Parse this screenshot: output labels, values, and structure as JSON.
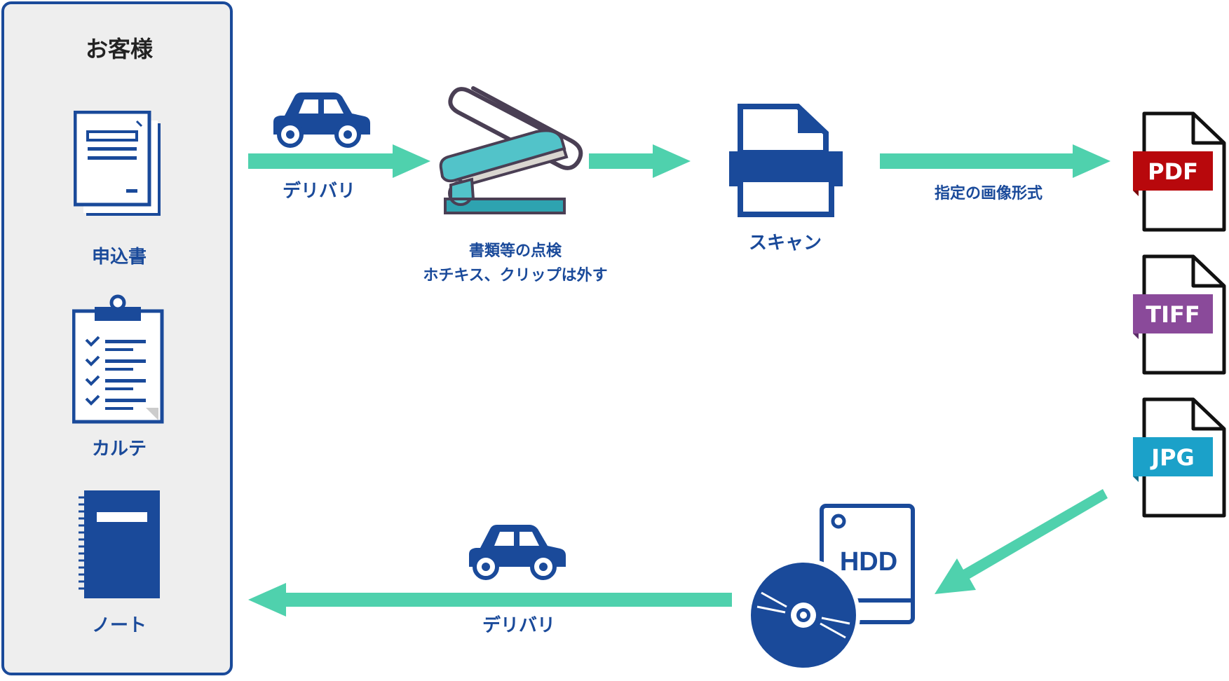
{
  "customer": {
    "title": "お客様",
    "items": [
      {
        "label": "申込書",
        "icon": "application-form-icon"
      },
      {
        "label": "カルテ",
        "icon": "clipboard-checklist-icon"
      },
      {
        "label": "ノート",
        "icon": "notebook-icon"
      }
    ]
  },
  "flow": {
    "delivery_top": "デリバリ",
    "inspection_line1": "書類等の点検",
    "inspection_line2": "ホチキス、クリップは外す",
    "scan": "スキャン",
    "format": "指定の画像形式",
    "delivery_bottom": "デリバリ"
  },
  "files": [
    {
      "label": "PDF",
      "color": "#b8080c"
    },
    {
      "label": "TIFF",
      "color": "#8a4a9a"
    },
    {
      "label": "JPG",
      "color": "#1ba1c9"
    }
  ],
  "storage": {
    "hdd_label": "HDD"
  },
  "colors": {
    "primary": "#1a4a9a",
    "arrow": "#4fd1ad",
    "panel_bg": "#eeeeee"
  }
}
